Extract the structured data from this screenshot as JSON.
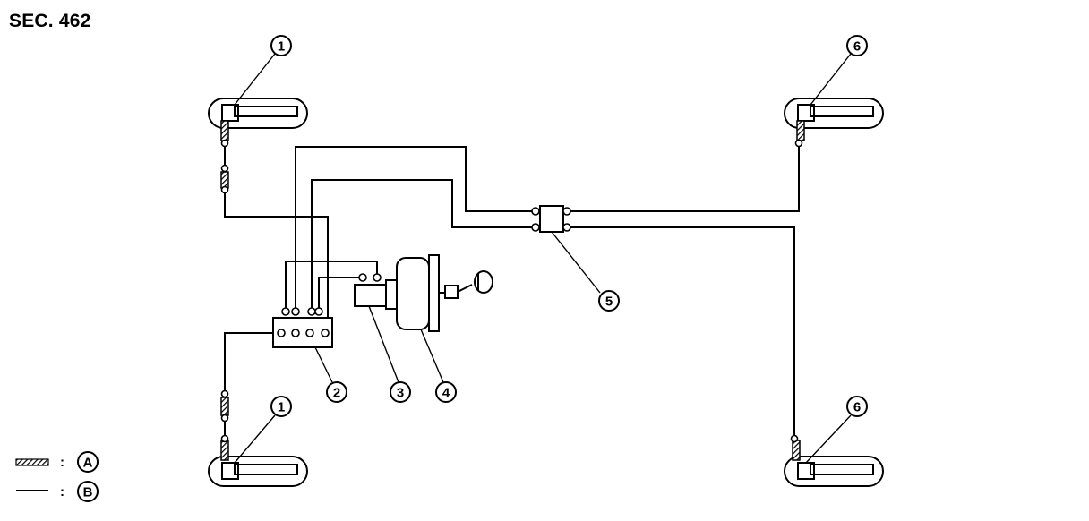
{
  "section": "SEC. 462",
  "callouts": {
    "c1_top": "1",
    "c1_bottom": "1",
    "c2": "2",
    "c3": "3",
    "c4": "4",
    "c5": "5",
    "c6_top": "6",
    "c6_bottom": "6"
  },
  "legend": {
    "hose_key": "A",
    "tube_key": "B",
    "separator": ":"
  }
}
